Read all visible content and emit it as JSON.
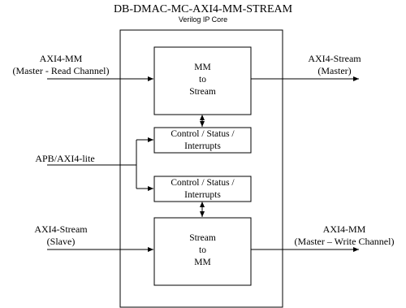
{
  "title": "DB-DMAC-MC-AXI4-MM-STREAM",
  "subtitle": "Verilog IP Core",
  "blocks": {
    "mm_to_stream": [
      "MM",
      "to",
      "Stream"
    ],
    "control_top": [
      "Control / Status /",
      "Interrupts"
    ],
    "control_bottom": [
      "Control / Status /",
      "Interrupts"
    ],
    "stream_to_mm": [
      "Stream",
      "to",
      "MM"
    ]
  },
  "ports": {
    "axi4_mm_read": [
      "AXI4-MM",
      "(Master - Read Channel)"
    ],
    "axi4_stream_master": [
      "AXI4-Stream",
      "(Master)"
    ],
    "apb_axi4_lite": [
      "APB/AXI4-lite"
    ],
    "axi4_stream_slave": [
      "AXI4-Stream",
      "(Slave)"
    ],
    "axi4_mm_write": [
      "AXI4-MM",
      "(Master – Write Channel)"
    ]
  }
}
